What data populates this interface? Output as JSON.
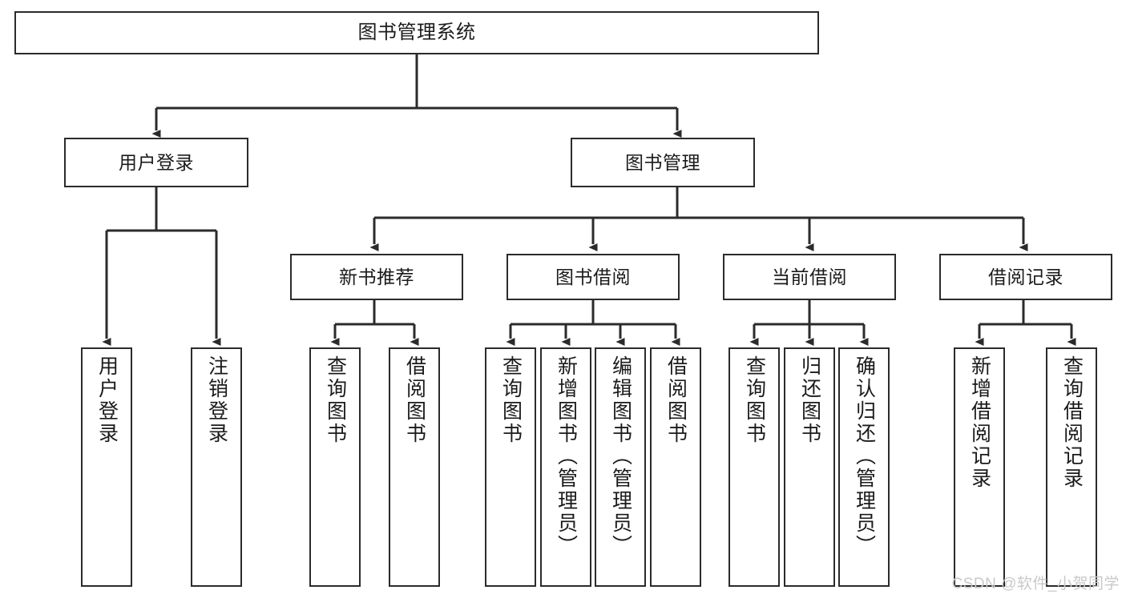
{
  "diagram": {
    "type": "tree",
    "title": "图书管理系统",
    "watermark": "CSDN @软件_小贺同学",
    "colors": {
      "background": "#ffffff",
      "stroke": "#2b2b2b",
      "text": "#1b1b1b",
      "watermark": "#c9c9c9"
    },
    "nodes": {
      "root": {
        "label": "图书管理系统"
      },
      "level2": [
        {
          "label": "用户登录"
        },
        {
          "label": "图书管理"
        }
      ],
      "level3": [
        {
          "label": "新书推荐"
        },
        {
          "label": "图书借阅"
        },
        {
          "label": "当前借阅"
        },
        {
          "label": "借阅记录"
        }
      ],
      "leaves_user_login": [
        {
          "label": "用户登录"
        },
        {
          "label": "注销登录"
        }
      ],
      "leaves_new_book": [
        {
          "label": "查询图书"
        },
        {
          "label": "借阅图书"
        }
      ],
      "leaves_borrow": [
        {
          "label": "查询图书"
        },
        {
          "label": "新增图书（管理员）"
        },
        {
          "label": "编辑图书（管理员）"
        },
        {
          "label": "借阅图书"
        }
      ],
      "leaves_current": [
        {
          "label": "查询图书"
        },
        {
          "label": "归还图书"
        },
        {
          "label": "确认归还（管理员）"
        }
      ],
      "leaves_records": [
        {
          "label": "新增借阅记录"
        },
        {
          "label": "查询借阅记录"
        }
      ]
    }
  }
}
